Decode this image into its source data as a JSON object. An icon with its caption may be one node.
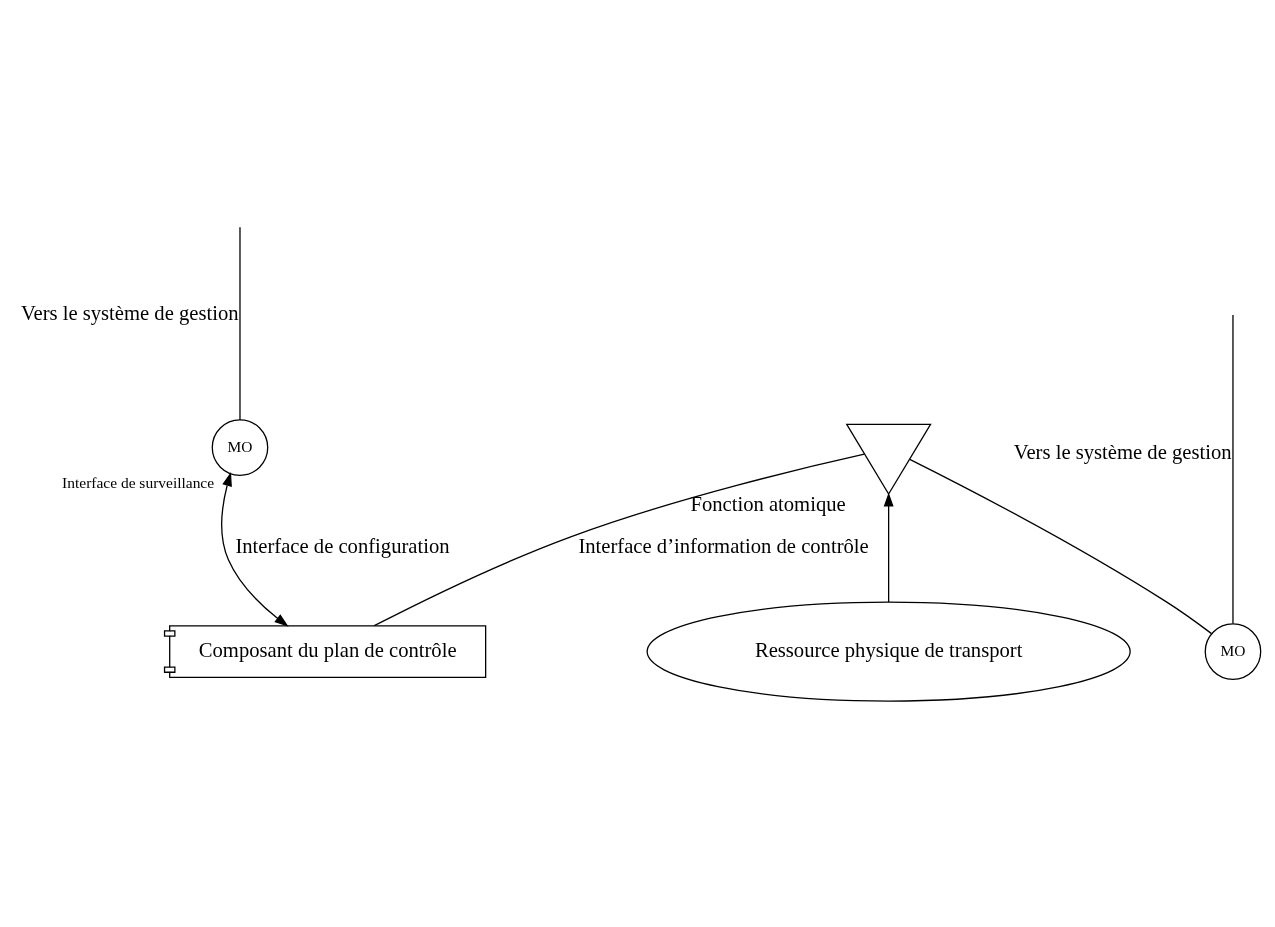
{
  "diagram": {
    "nodes": [
      {
        "text": [
          "MO"
        ],
        "beside": [
          "Interface de surveillance"
        ]
      },
      {
        "text": [
          "MO"
        ]
      },
      {
        "text": [
          "Composant du plan de contrôle"
        ]
      },
      {
        "text": [],
        "shape": "triangle",
        "beside": [
          "Fonction atomique"
        ]
      },
      {
        "text": [
          "Ressource physique de transport"
        ]
      }
    ],
    "edges": [
      {
        "from": 0,
        "to": null,
        "arrow": "none",
        "label": "Vers le système de gestion"
      },
      {
        "from": 1,
        "to": null,
        "arrow": "none",
        "label": "Vers le système de gestion"
      },
      {
        "from": 2,
        "to": 0,
        "arrow": "both",
        "label": "Interface de configuration"
      },
      {
        "from": 1,
        "to": 3,
        "arrow": "none"
      },
      {
        "from": 2,
        "to": 3,
        "arrow": "none",
        "label": "Interface d’information de contrôle"
      },
      {
        "from": 4,
        "to": 3,
        "arrow": "to"
      }
    ]
  }
}
